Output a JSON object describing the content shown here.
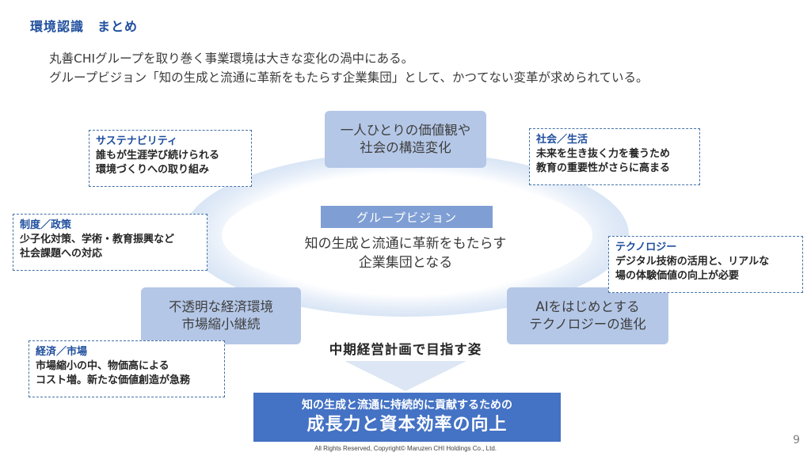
{
  "title": "環境認識　まとめ",
  "intro": {
    "line1": "丸善CHIグループを取り巻く事業環境は大きな変化の渦中にある。",
    "line2": "グループビジョン「知の生成と流通に革新をもたらす企業集団」として、かつてない変革が求められている。"
  },
  "center": {
    "label": "グループビジョン",
    "line1": "知の生成と流通に革新をもたらす",
    "line2": "企業集団となる"
  },
  "factors": {
    "top": {
      "line1": "一人ひとりの価値観や",
      "line2": "社会の構造変化"
    },
    "left": {
      "line1": "不透明な経済環境",
      "line2": "市場縮小継続"
    },
    "right": {
      "line1": "AIをはじめとする",
      "line2": "テクノロジーの進化"
    }
  },
  "notes": {
    "sustainability": {
      "heading": "サステナビリティ",
      "line1": "誰もが生涯学び続けられる",
      "line2": "環境づくりへの取り組み"
    },
    "policy": {
      "heading": "制度／政策",
      "line1": "少子化対策、学術・教育振興など",
      "line2": "社会課題への対応"
    },
    "economy": {
      "heading": "経済／市場",
      "line1": "市場縮小の中、物価高による",
      "line2": "コスト増。新たな価値創造が急務"
    },
    "society": {
      "heading": "社会／生活",
      "line1": "未来を生き抜く力を養うため",
      "line2": "教育の重要性がさらに高まる"
    },
    "technology": {
      "heading": "テクノロジー",
      "line1": "デジタル技術の活用と、リアルな",
      "line2": "場の体験価値の向上が必要"
    }
  },
  "midterm": "中期経営計画で目指す姿",
  "goal": {
    "line1": "知の生成と流通に持続的に貢献するための",
    "line2": "成長力と資本効率の向上"
  },
  "page_number": "9",
  "copyright": "All Rights Reserved, Copyright© Maruzen CHI Holdings Co., Ltd.",
  "colors": {
    "accent": "#1f4e9e",
    "factor_box": "#b4c7e7",
    "goal_box": "#4472c4",
    "vision_label": "#7f9fd4"
  }
}
